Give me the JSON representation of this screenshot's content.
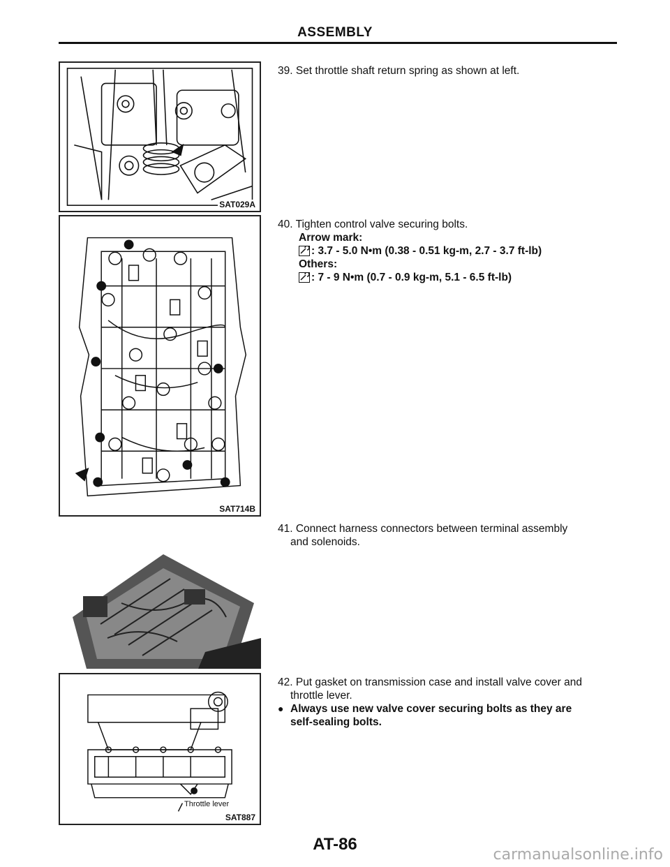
{
  "header": {
    "title": "ASSEMBLY"
  },
  "figures": [
    {
      "code": "SAT029A"
    },
    {
      "code": "SAT714B"
    },
    {
      "code": ""
    },
    {
      "code": "SAT887",
      "label": "Throttle lever"
    }
  ],
  "steps": {
    "s39": {
      "text": "39. Set throttle shaft return spring as shown at left."
    },
    "s40": {
      "text": "40. Tighten control valve securing bolts.",
      "arrow_label": "Arrow mark:",
      "arrow_torque": ": 3.7 - 5.0 N•m (0.38 - 0.51 kg-m, 2.7 - 3.7 ft-lb)",
      "others_label": "Others:",
      "others_torque": ": 7 - 9 N•m (0.7 - 0.9 kg-m, 5.1 - 6.5 ft-lb)"
    },
    "s41": {
      "line1": "41. Connect harness connectors between terminal assembly",
      "line2": "and solenoids."
    },
    "s42": {
      "line1": "42. Put gasket on transmission case and install valve cover and",
      "line2": "throttle lever.",
      "bullet_line1": "Always use new valve cover securing bolts as they are",
      "bullet_line2": "self-sealing bolts."
    }
  },
  "footer": {
    "page": "AT-86"
  },
  "watermark": {
    "text": "carmanualsonline.info"
  },
  "icons": [
    "torque-wrench-icon",
    "bullet-icon",
    "arrow-mark-icon"
  ]
}
